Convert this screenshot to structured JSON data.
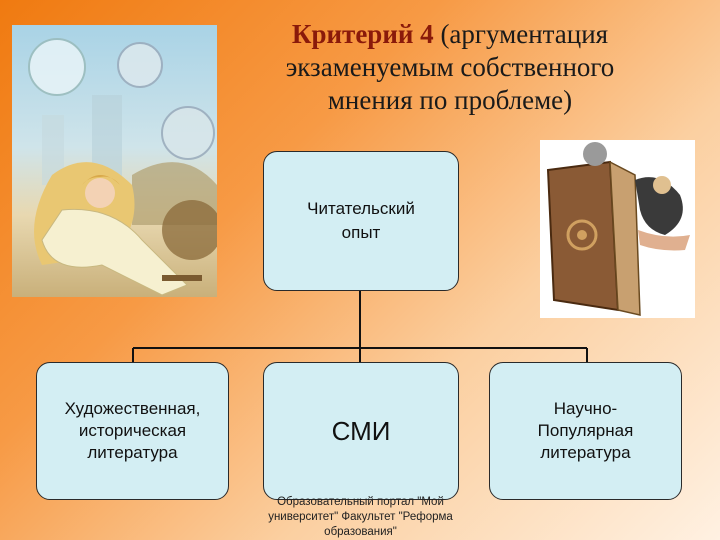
{
  "title": {
    "accent": "Критерий 4",
    "rest": " (аргументация экзаменуемым собственного мнения по проблеме)"
  },
  "diagram": {
    "top": "Читательский\nопыт",
    "children": [
      {
        "label": "Художественная,\nисторическая\nлитература"
      },
      {
        "label": "СМИ"
      },
      {
        "label": "Научно-\nПопулярная\nлитература"
      }
    ]
  },
  "footer": "Образовательный портал \"Мой университет\" Факультет \"Реформа образования\"",
  "colors": {
    "box_fill": "#d3eef3",
    "title_accent": "#8a1a0a"
  }
}
